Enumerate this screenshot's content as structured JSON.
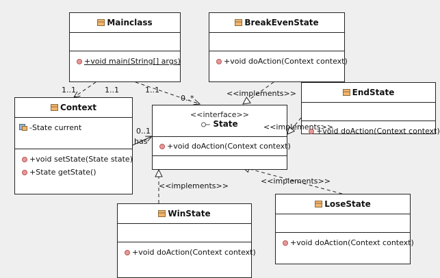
{
  "classes": {
    "mainclass": {
      "name": "Mainclass",
      "method": "+void main(String[] args)"
    },
    "breakeven": {
      "name": "BreakEvenState",
      "method": "+void doAction(Context context)"
    },
    "context": {
      "name": "Context",
      "field": "-State current",
      "method1": "+void setState(State state)",
      "method2": "+State getState()"
    },
    "state": {
      "stereotype": "<<interface>>",
      "name": "State",
      "method": "+void doAction(Context context)"
    },
    "endstate": {
      "name": "EndState",
      "method": "+void doAction(Context context)"
    },
    "winstate": {
      "name": "WinState",
      "method": "+void doAction(Context context)"
    },
    "losestate": {
      "name": "LoseState",
      "method": "+void doAction(Context context)"
    }
  },
  "labels": {
    "m_main_ctx_left": "1..1",
    "m_main_ctx_right": "1..1",
    "m_main_state_from": "1..1",
    "m_main_state_to": "0..*",
    "m_ctx_state": "0..1",
    "has": "has",
    "impl_breakeven": "<<implements>>",
    "impl_end": "<<implements>>",
    "impl_win": "<<implements>>",
    "impl_lose": "<<implements>>"
  },
  "colors": {
    "background": "#efefef",
    "method_dot": "#e49a9a",
    "class_icon": "#f2b46d"
  }
}
